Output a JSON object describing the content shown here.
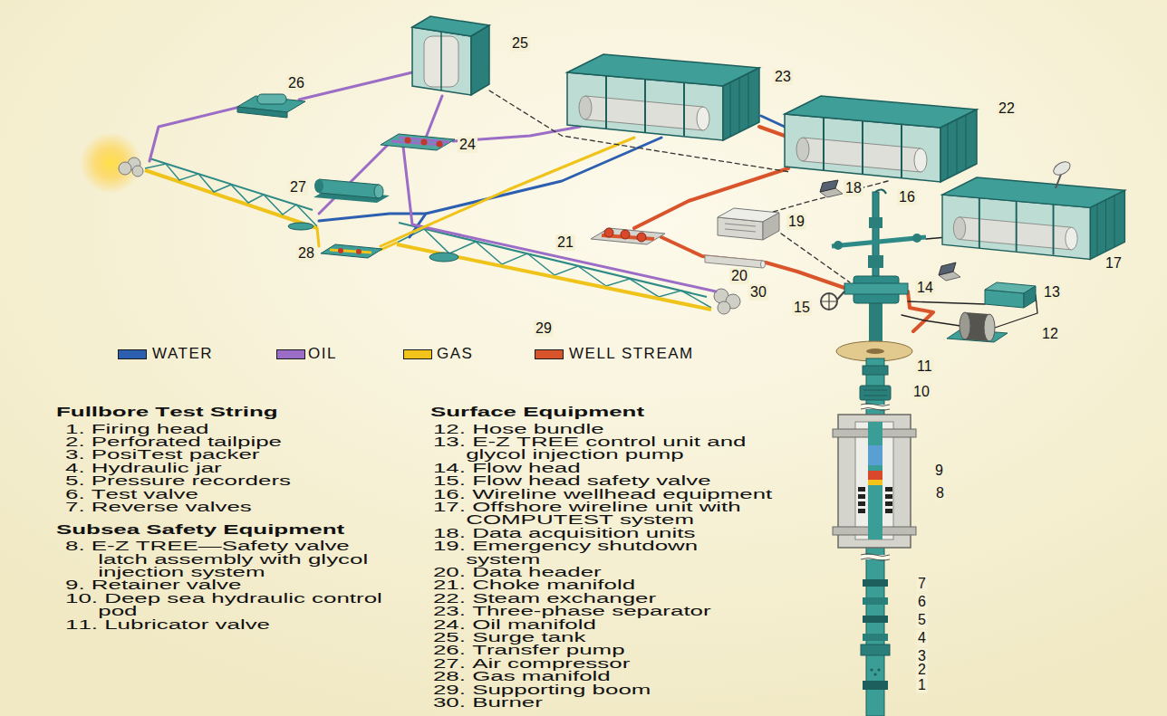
{
  "diagram": {
    "labels": [
      "25",
      "26",
      "23",
      "22",
      "24",
      "27",
      "18",
      "16",
      "19",
      "21",
      "28",
      "20",
      "17",
      "14",
      "15",
      "13",
      "12",
      "29",
      "30",
      "11",
      "10",
      "9",
      "8",
      "7",
      "6",
      "5",
      "4",
      "3",
      "2",
      "1",
      "Fullbore Test String",
      "1. Firing head",
      "2. Perforated tailpipe",
      "3. PosiTest packer",
      "4. Hydraulic jar",
      "5. Pressure recorders",
      "6. Test valve",
      "7. Reverse valves",
      "Subsea Safety Equipment",
      "8. E-Z TREE—Safety valve latch assembly with glycol injection system",
      "9. Retainer valve",
      "10. Deep sea hydraulic control pod",
      "11. Lubricator valve",
      "Surface Equipment",
      "12. Hose bundle",
      "13. E-Z TREE control unit and glycol injection pump",
      "14. Flow head",
      "15. Flow head safety valve",
      "16. Wireline wellhead equipment",
      "17. Offshore wireline unit with COMPUTEST system",
      "18. Data acquisition units",
      "19. Emergency shutdown system",
      "20. Data header",
      "21. Choke manifold",
      "22. Steam exchanger",
      "23. Three-phase separator",
      "24. Oil manifold",
      "25. Surge tank",
      "26. Transfer pump",
      "27. Air compressor",
      "28. Gas manifold",
      "29. Supporting boom",
      "30. Burner"
    ],
    "legend": [
      {
        "text": "WATER",
        "color": "#2c5fb0"
      },
      {
        "text": "OIL",
        "color": "#9b6dc6"
      },
      {
        "text": "GAS",
        "color": "#f2c31a"
      },
      {
        "text": "WELL STREAM",
        "color": "#d9542b"
      }
    ]
  }
}
